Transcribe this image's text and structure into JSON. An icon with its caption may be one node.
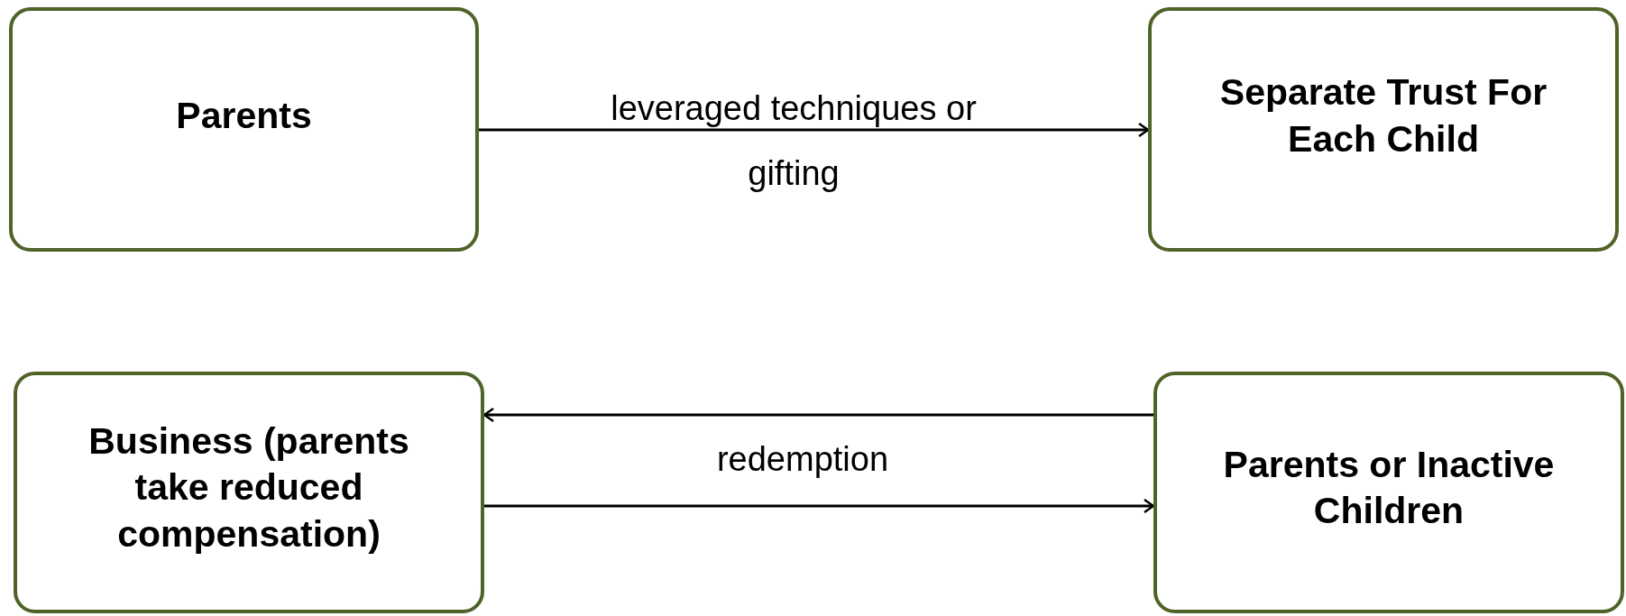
{
  "diagram": {
    "nodes": [
      {
        "text": [
          "Parents"
        ]
      },
      {
        "text": [
          "Separate Trust For Each Child"
        ]
      },
      {
        "text": [
          "Business (parents take reduced compensation)"
        ]
      },
      {
        "text": [
          "Parents or Inactive Children"
        ]
      }
    ],
    "edges": [
      {
        "from": 0,
        "to": 1,
        "arrow": "to",
        "label": "leveraged techniques or gifting"
      },
      {
        "from": 3,
        "to": 2,
        "arrow": "to",
        "label": "redemption"
      },
      {
        "from": 2,
        "to": 3,
        "arrow": "to"
      }
    ]
  }
}
